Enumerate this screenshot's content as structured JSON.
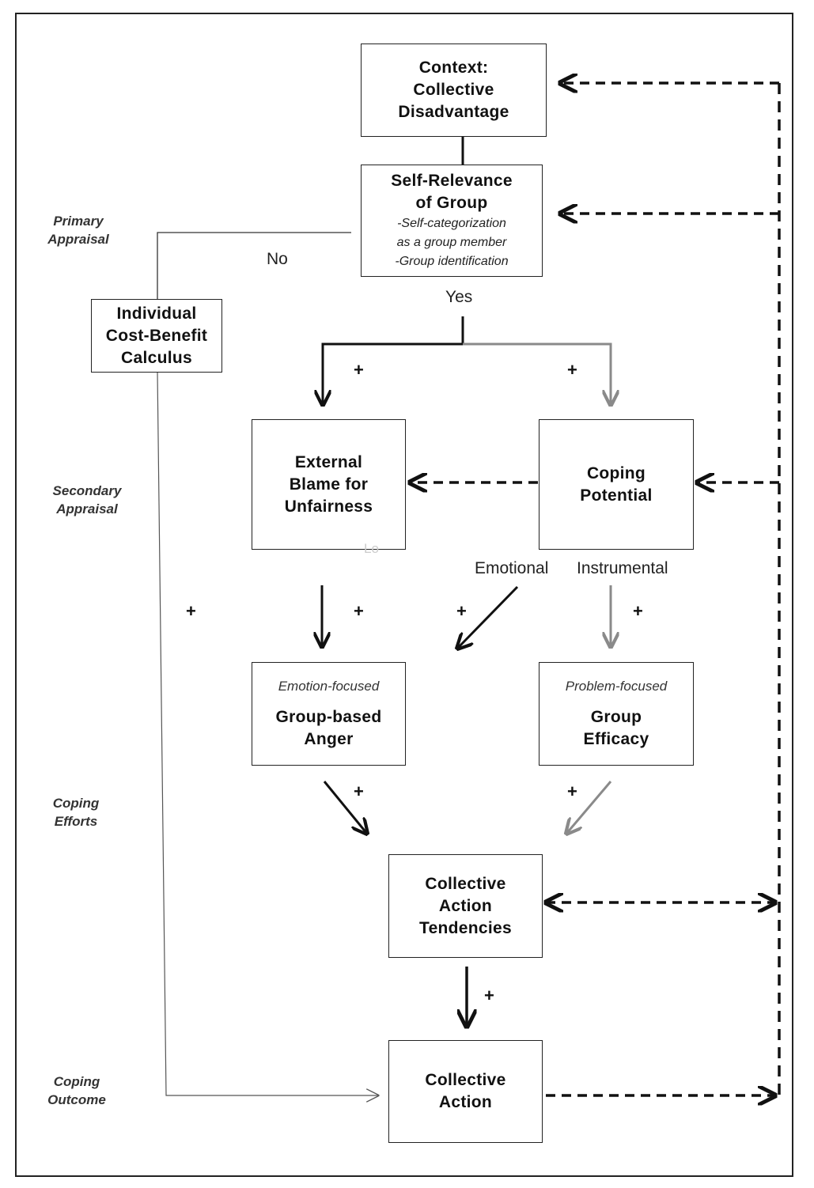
{
  "stages": {
    "primary": [
      "Primary",
      "Appraisal"
    ],
    "secondary": [
      "Secondary",
      "Appraisal"
    ],
    "coping_efforts": [
      "Coping",
      "Efforts"
    ],
    "coping_outcome": [
      "Coping",
      "Outcome"
    ]
  },
  "boxes": {
    "context": [
      "Context:",
      "Collective",
      "Disadvantage"
    ],
    "self_relevance": {
      "title": [
        "Self-Relevance",
        "of Group"
      ],
      "details": [
        "-Self-categorization",
        "as a group member",
        "-Group identification"
      ]
    },
    "individual": [
      "Individual",
      "Cost-Benefit",
      "Calculus"
    ],
    "external_blame": [
      "External",
      "Blame for",
      "Unfairness"
    ],
    "coping_potential": [
      "Coping",
      "Potential"
    ],
    "group_anger": {
      "subtitle": "Emotion-focused",
      "title": [
        "Group-based",
        "Anger"
      ]
    },
    "group_efficacy": {
      "subtitle": "Problem-focused",
      "title": [
        "Group",
        "Efficacy"
      ]
    },
    "tendencies": [
      "Collective",
      "Action",
      "Tendencies"
    ],
    "action": [
      "Collective",
      "Action"
    ]
  },
  "labels": {
    "no": "No",
    "yes": "Yes",
    "emotional": "Emotional",
    "instrumental": "Instrumental",
    "plus": "+",
    "ghost": "Lo"
  },
  "colors": {
    "black_path": "#111111",
    "gray_path": "#8a8a8a",
    "thin_path": "#555555"
  }
}
